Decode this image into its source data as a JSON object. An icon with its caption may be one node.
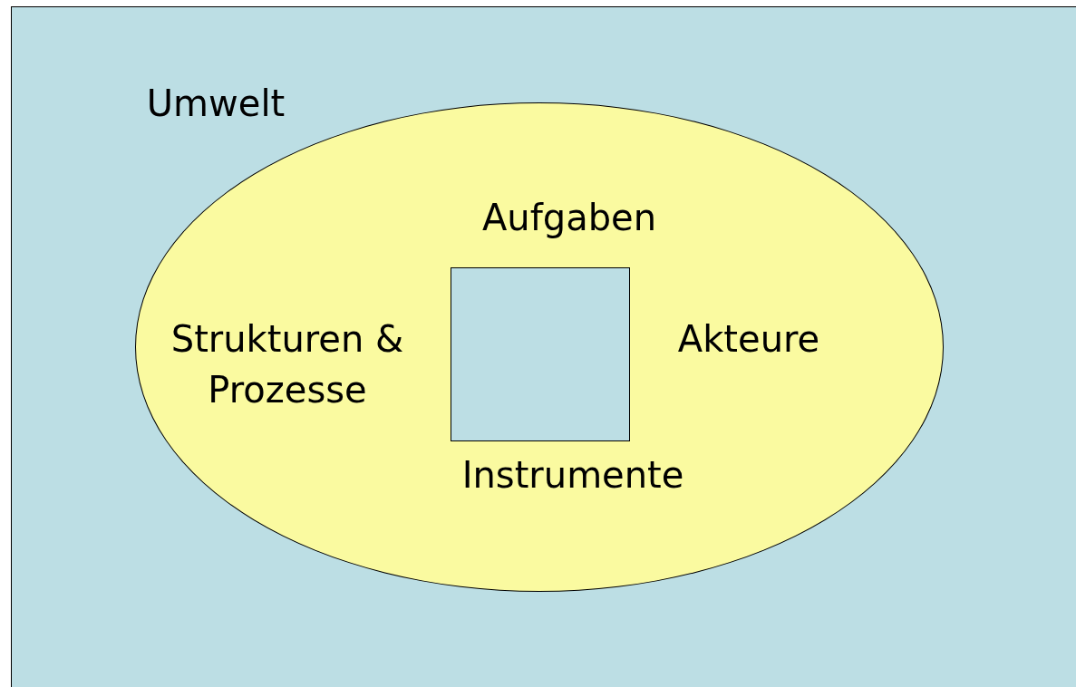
{
  "diagram": {
    "nodes": [
      {
        "text": [
          "Umwelt"
        ]
      },
      {
        "text": [
          "Aufgaben",
          "Strukturen & Prozesse",
          "Akteure",
          "Instrumente"
        ],
        "in": 0
      },
      {
        "text": [],
        "shape": "box",
        "in": 1
      }
    ]
  }
}
